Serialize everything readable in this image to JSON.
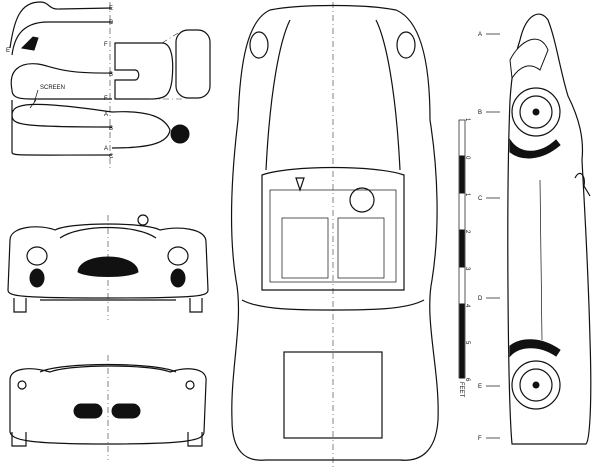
{
  "section_view": {
    "screen_label": "SCREEN",
    "station_labels": [
      "E",
      "D",
      "F",
      "B",
      "F",
      "A",
      "B",
      "A",
      "C",
      "E"
    ]
  },
  "scale_bar": {
    "unit_label": "FEET",
    "ticks": [
      "1",
      "0",
      "1",
      "2",
      "3",
      "4",
      "5",
      "6"
    ]
  },
  "side_view": {
    "station_labels": [
      "A",
      "B",
      "C",
      "D",
      "E",
      "F"
    ]
  }
}
